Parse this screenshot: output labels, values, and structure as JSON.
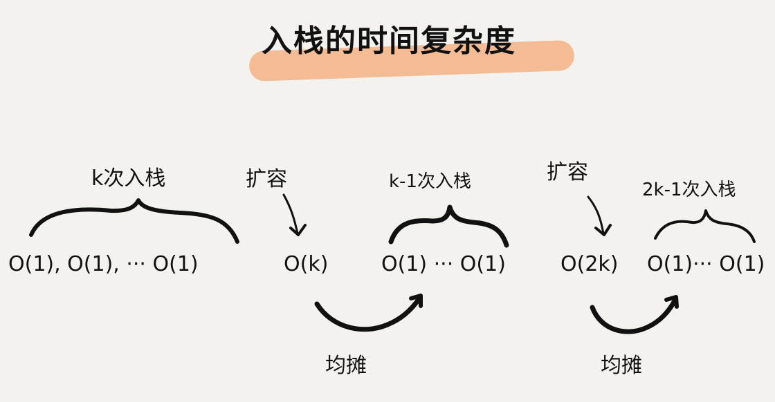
{
  "title": "入栈的时间复杂度",
  "highlight_color": "#f3a977",
  "groups": {
    "g1": {
      "label": "k次入栈",
      "expr": "O(1), O(1), ··· O(1)"
    },
    "g2": {
      "label": "k-1次入栈",
      "expr": "O(1) ··· O(1)"
    },
    "g3": {
      "label": "2k-1次入栈",
      "expr": "O(1)··· O(1)"
    }
  },
  "expansions": [
    {
      "label": "扩容",
      "expr": "O(k)"
    },
    {
      "label": "扩容",
      "expr": "O(2k)"
    }
  ],
  "amortize": [
    {
      "label": "均摊"
    },
    {
      "label": "均摊"
    }
  ]
}
